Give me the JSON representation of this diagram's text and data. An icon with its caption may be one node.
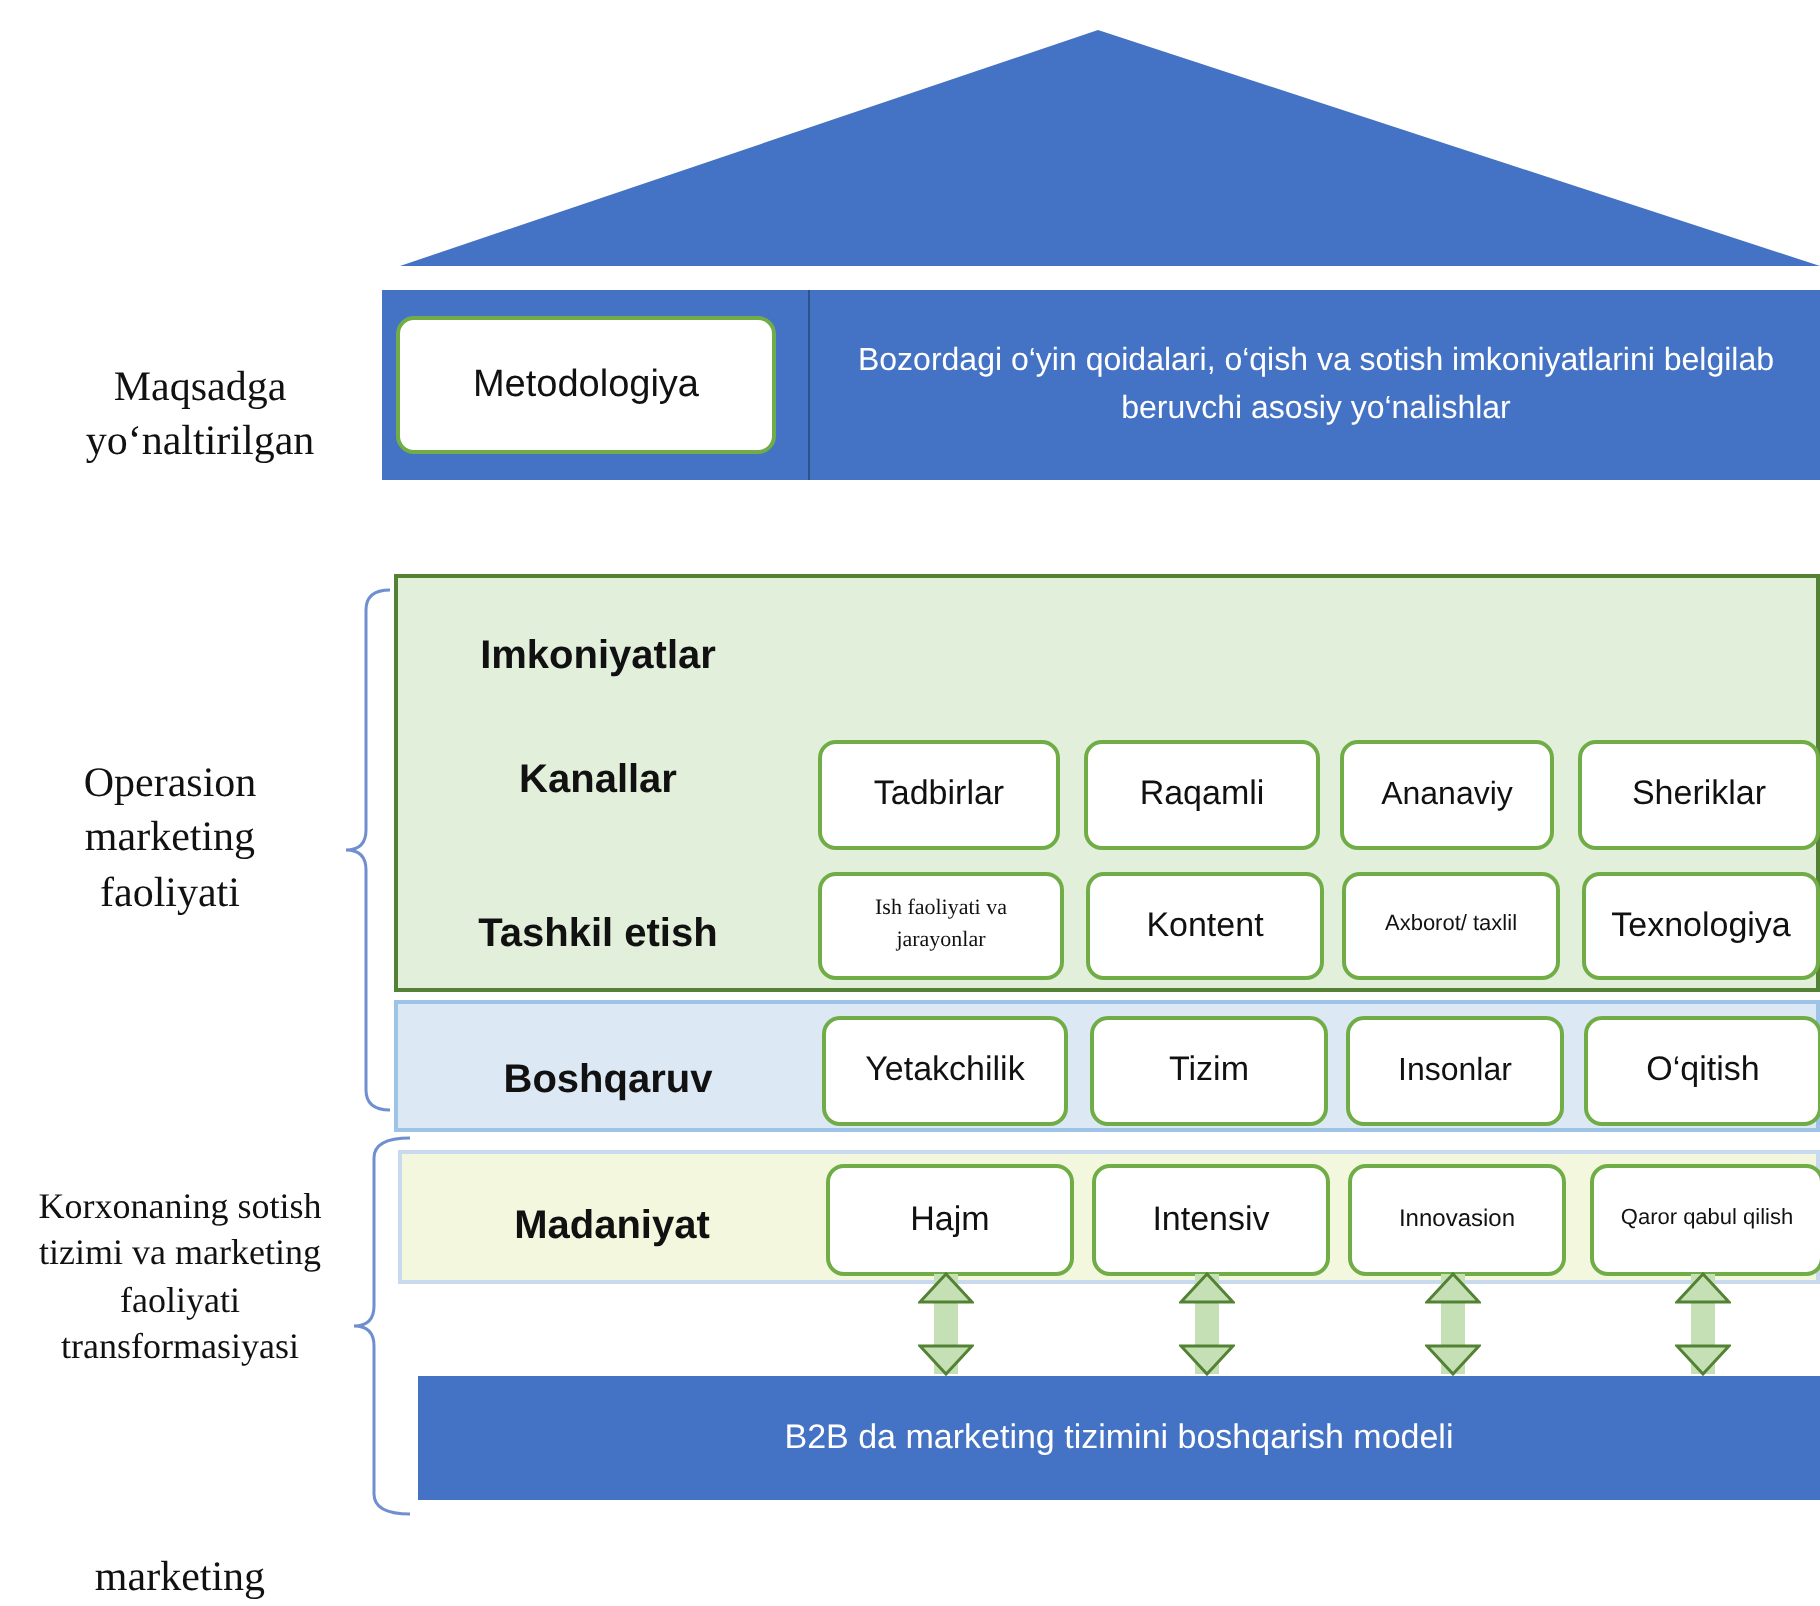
{
  "diagram": {
    "nodes": [
      {
        "text": [
          "Bozordagi o‘yin qoidalari, o‘qish va sotish imkoniyatlarini belgilab beruvchi asosiy yo‘nalishlar"
        ]
      },
      {
        "text": [
          "Metodologiya"
        ],
        "in": 0
      },
      {
        "text": [
          "Imkoniyatlar",
          "Kanallar",
          "Tashkil etish"
        ]
      },
      {
        "text": [
          "Tadbirlar"
        ],
        "in": 2
      },
      {
        "text": [
          "Raqamli"
        ],
        "in": 2
      },
      {
        "text": [
          "Ananaviy"
        ],
        "in": 2
      },
      {
        "text": [
          "Sheriklar"
        ],
        "in": 2
      },
      {
        "text": [
          "Ish faoliyati va jarayonlar"
        ],
        "in": 2
      },
      {
        "text": [
          "Kontent"
        ],
        "in": 2
      },
      {
        "text": [
          "Axborot/ taxlil"
        ],
        "in": 2
      },
      {
        "text": [
          "Texnologiya"
        ],
        "in": 2
      },
      {
        "text": [
          "Boshqaruv"
        ]
      },
      {
        "text": [
          "Yetakchilik"
        ],
        "in": 11
      },
      {
        "text": [
          "Tizim"
        ],
        "in": 11
      },
      {
        "text": [
          "Insonlar"
        ],
        "in": 11
      },
      {
        "text": [
          "O‘qitish"
        ],
        "in": 11
      },
      {
        "text": [
          "Madaniyat"
        ]
      },
      {
        "text": [
          "Hajm"
        ],
        "in": 16
      },
      {
        "text": [
          "Intensiv"
        ],
        "in": 16
      },
      {
        "text": [
          "Innovasion"
        ],
        "in": 16
      },
      {
        "text": [
          "Qaror qabul qilish"
        ],
        "in": 16
      },
      {
        "text": [
          "B2B da marketing tizimini boshqarish modeli"
        ]
      },
      {
        "text": [],
        "shape": "triangle"
      }
    ],
    "edges": [
      {
        "from": 17,
        "to": 21,
        "arrow": "both"
      },
      {
        "from": 18,
        "to": 21,
        "arrow": "both"
      },
      {
        "from": 19,
        "to": 21,
        "arrow": "both"
      },
      {
        "from": 20,
        "to": 21,
        "arrow": "both"
      }
    ],
    "labels": [
      "Maqsadga yo‘naltirilgan",
      "Operasion marketing faoliyati",
      "Korxonaning sotish tizimi va marketing faoliyati transformasiyasi",
      "marketing"
    ]
  }
}
